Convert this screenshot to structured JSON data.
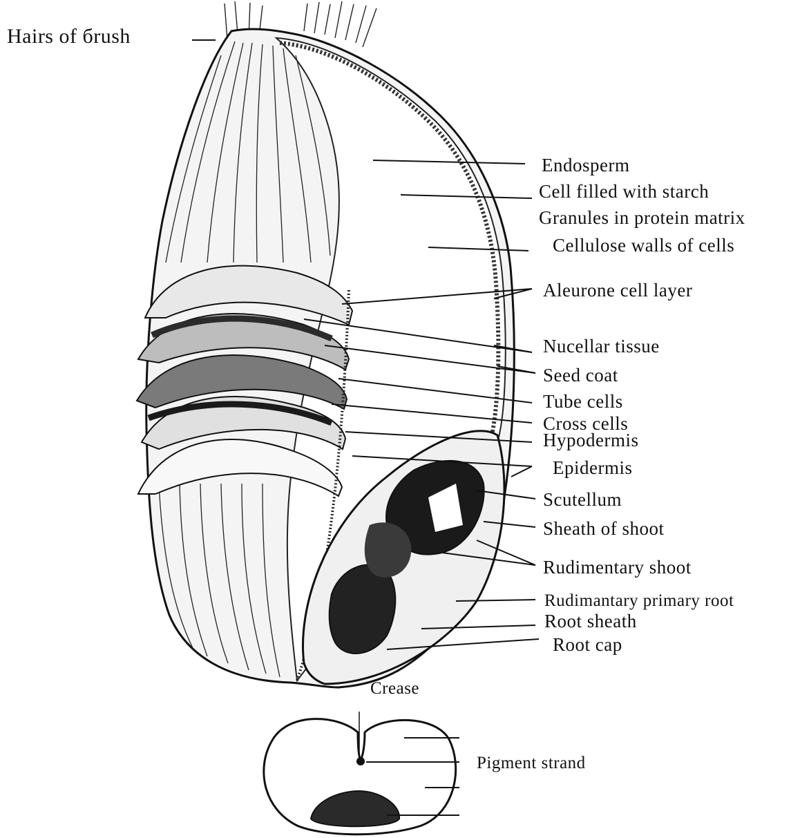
{
  "labels": {
    "hairs_of_brush": "Hairs of бrush",
    "endosperm": "Endosperm",
    "cell_filled_with_starch": "Cell filled with starch",
    "granules_in_protein_matrix": "Granules in protein matrix",
    "cellulose_walls_of_cells": "Cellulose walls of cells",
    "aleurone_cell_layer": "Aleurone cell layer",
    "nucellar_tissue": "Nucellar tissue",
    "seed_coat": "Seed coat",
    "tube_cells": "Tube cells",
    "cross_cells": "Cross cells",
    "hypodermis": "Hypodermis",
    "epidermis": "Epidermis",
    "scutellum": "Scutellum",
    "sheath_of_shoot": "Sheath of shoot",
    "rudimentary_shoot": "Rudimentary shoot",
    "rudimentary_primary_root": "Rudimantary primary root",
    "root_sheath": "Root sheath",
    "root_cap": "Root cap",
    "crease": "Crease",
    "pigment_strand": "Pigment strand"
  },
  "colors": {
    "ink": "#111111",
    "paper": "#ffffff"
  }
}
